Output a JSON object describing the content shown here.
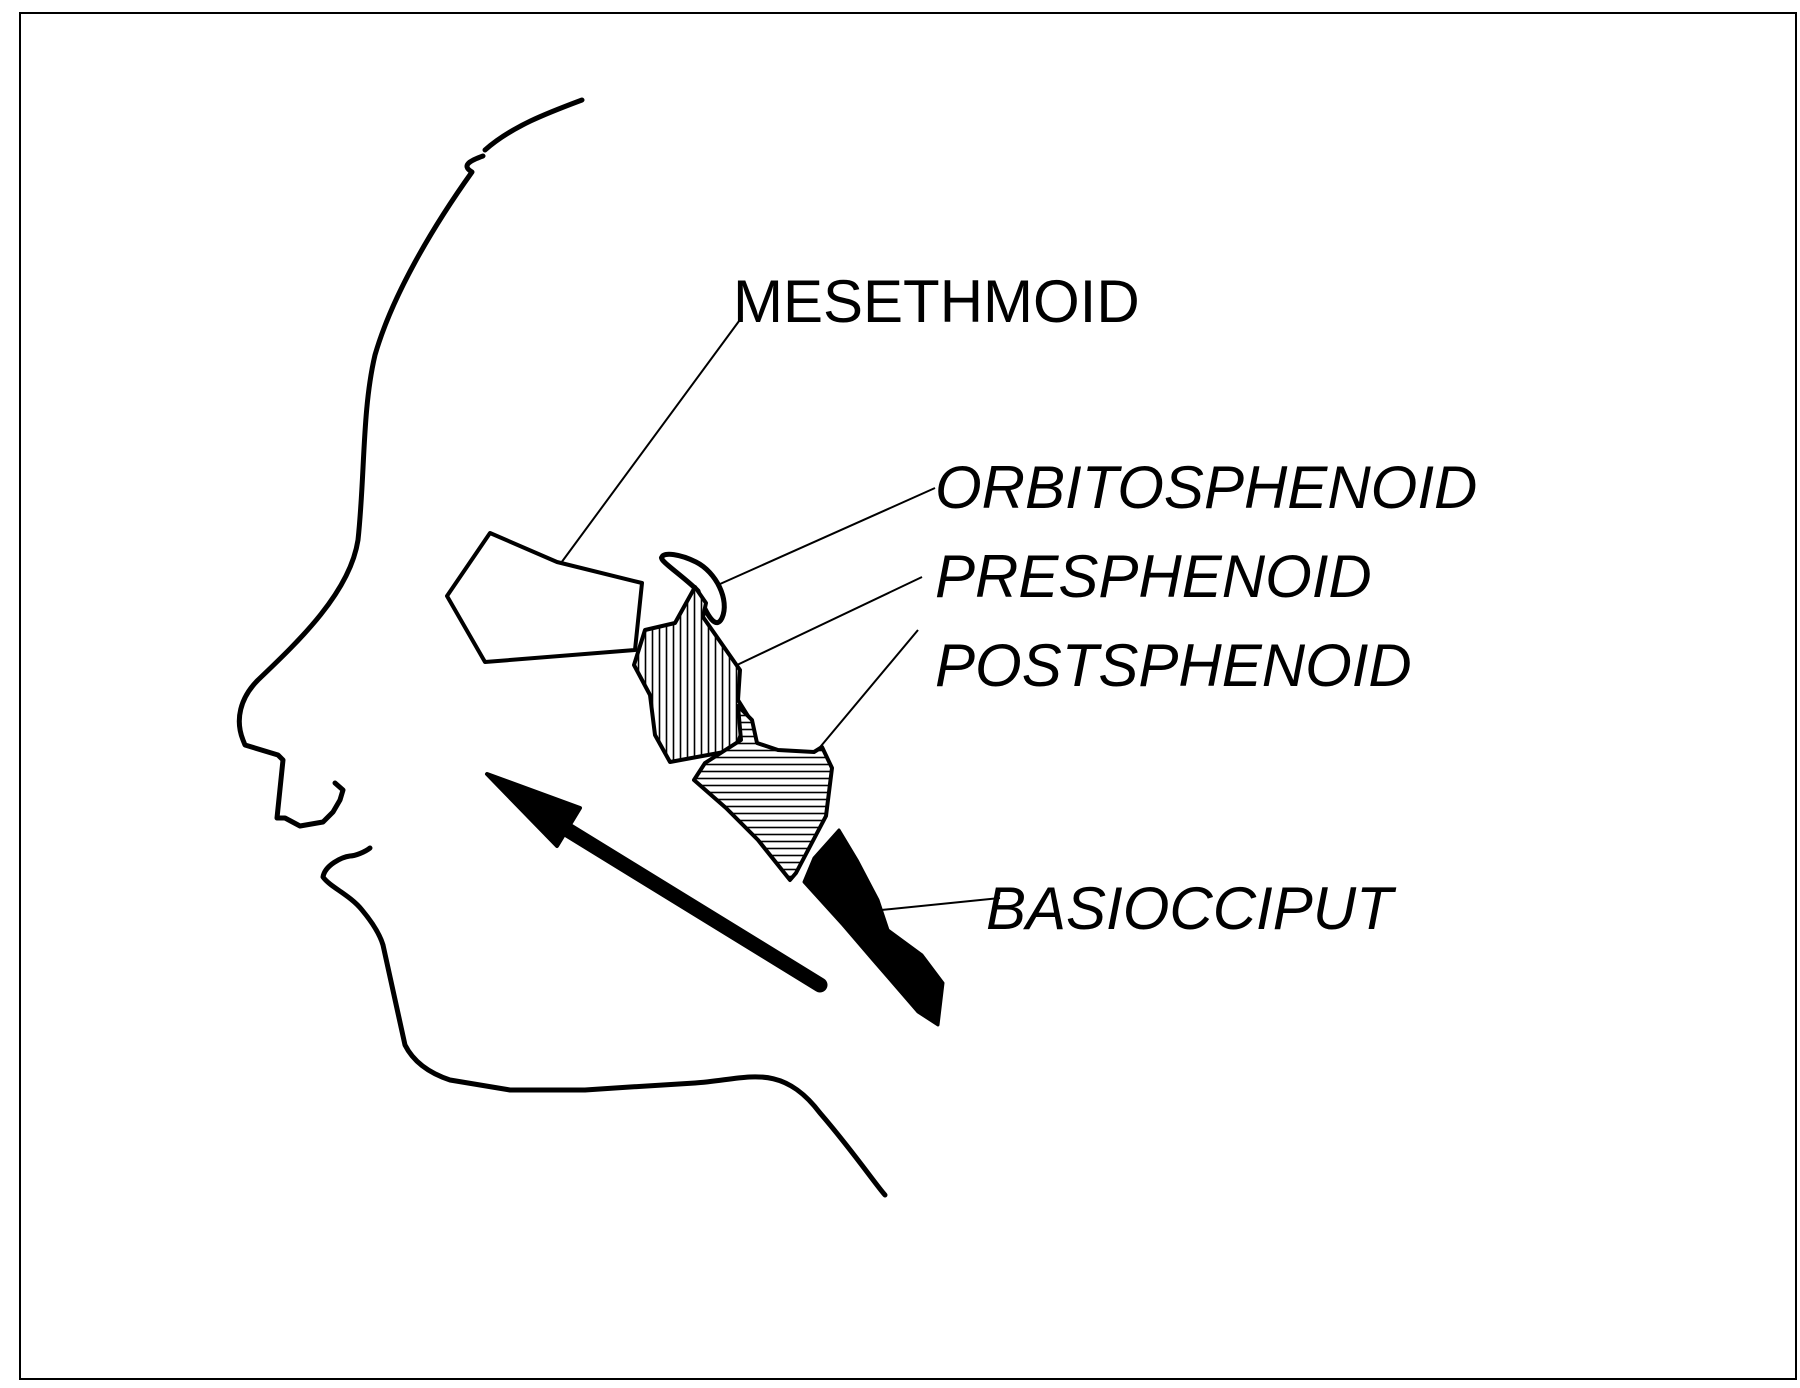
{
  "labels": {
    "mesethmoid": "MESETHMOID",
    "orbitosphenoid": "ORBITOSPHENOID",
    "presphenoid": "PRESPHENOID",
    "postsphenoid": "POSTSPHENOID",
    "basiocciput": "BASIOCCIPUT"
  },
  "colors": {
    "ink": "#000000",
    "paper": "#ffffff"
  }
}
